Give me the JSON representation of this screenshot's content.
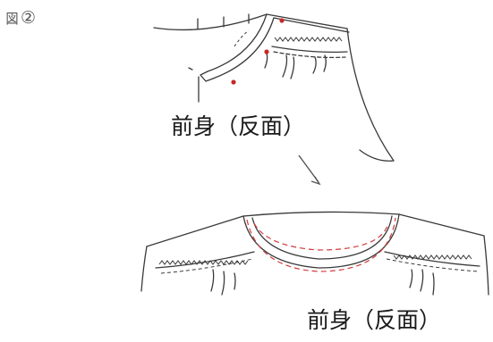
{
  "figure": {
    "prefix": "図",
    "number": "②"
  },
  "captions": {
    "top": "前身（反面）",
    "bottom": "前身（反面）"
  },
  "colors": {
    "line": "#3a3a3a",
    "stitch_red": "#d23a3a",
    "dot_red": "#c62828",
    "arrow": "#555555"
  }
}
